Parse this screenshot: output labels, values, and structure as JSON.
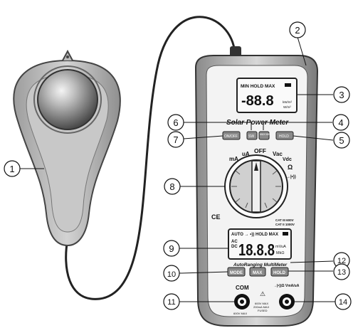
{
  "meter": {
    "top_lcd": {
      "mode_text": "MIN HOLD MAX",
      "reading": "-88.8",
      "units_small": "kW/m²",
      "unit_small2": "W/m²"
    },
    "model_name": "Solar Power Meter",
    "buttons_top": {
      "onoff": "ON/OFF",
      "sw": "SW",
      "maxmin": "MAX MIN",
      "hold": "HOLD"
    },
    "dial": {
      "off": "OFF",
      "ma": "mA",
      "ua": "uA",
      "vac": "Vac",
      "vdc": "Vdc",
      "ohm": "Ω",
      "diode": "→|•))"
    },
    "ce_mark": "CE",
    "cat_text_1": "CAT III 600V",
    "cat_text_2": "CAT II 1000V",
    "bottom_lcd": {
      "status_line": "AUTO → •)) HOLD MAX",
      "ac": "AC",
      "dc": "DC",
      "reading": "18.8.8",
      "unit_mvua": "mVuA",
      "unit_mkohm": "MkΩ"
    },
    "multimeter_label": "AutoRanging MultiMeter",
    "buttons_bottom": {
      "mode": "MODE",
      "max": "MAX",
      "hold": "HOLD"
    },
    "jacks": {
      "com": "COM",
      "right_label": "→|•))Ω VmA/uA",
      "warning_1": "600V MAX",
      "warning_2": "200mA MAX",
      "warning_3": "FUSED",
      "ground_left": "600V MAX"
    }
  },
  "callouts": [
    {
      "number": "1"
    },
    {
      "number": "2"
    },
    {
      "number": "3"
    },
    {
      "number": "4"
    },
    {
      "number": "5"
    },
    {
      "number": "6"
    },
    {
      "number": "7"
    },
    {
      "number": "8"
    },
    {
      "number": "9"
    },
    {
      "number": "10"
    },
    {
      "number": "11"
    },
    {
      "number": "12"
    },
    {
      "number": "13"
    },
    {
      "number": "14"
    }
  ]
}
